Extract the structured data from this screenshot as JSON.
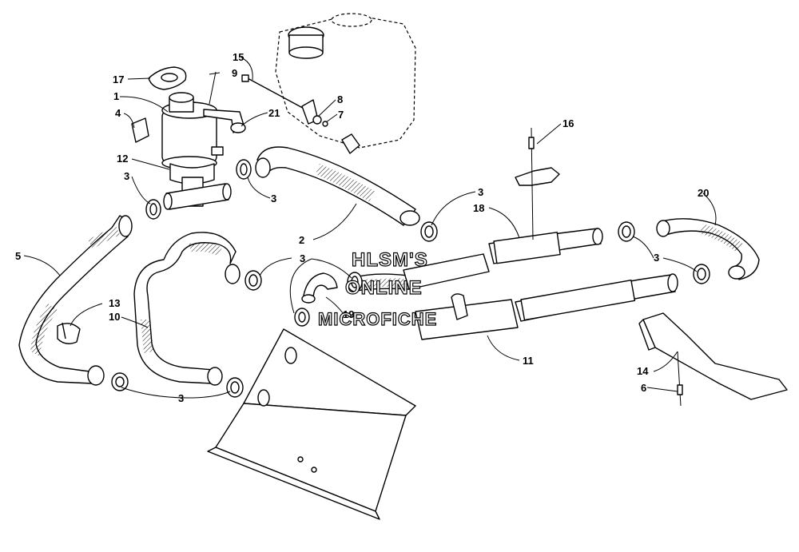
{
  "watermark": {
    "line1": "HLSM'S",
    "line2": "ONLINE",
    "line3": "MICROFICHE"
  },
  "callouts": [
    {
      "id": "c17",
      "label": "17"
    },
    {
      "id": "c15",
      "label": "15"
    },
    {
      "id": "c9",
      "label": "9"
    },
    {
      "id": "c1",
      "label": "1"
    },
    {
      "id": "c4",
      "label": "4"
    },
    {
      "id": "c8",
      "label": "8"
    },
    {
      "id": "c21",
      "label": "21"
    },
    {
      "id": "c7",
      "label": "7"
    },
    {
      "id": "c12",
      "label": "12"
    },
    {
      "id": "c3a",
      "label": "3"
    },
    {
      "id": "c3b",
      "label": "3"
    },
    {
      "id": "c16",
      "label": "16"
    },
    {
      "id": "c3c",
      "label": "3"
    },
    {
      "id": "c18",
      "label": "18"
    },
    {
      "id": "c20",
      "label": "20"
    },
    {
      "id": "c5",
      "label": "5"
    },
    {
      "id": "c2",
      "label": "2"
    },
    {
      "id": "c3d",
      "label": "3"
    },
    {
      "id": "c3e",
      "label": "3"
    },
    {
      "id": "c13",
      "label": "13"
    },
    {
      "id": "c10",
      "label": "10"
    },
    {
      "id": "c19",
      "label": "19"
    },
    {
      "id": "c11",
      "label": "11"
    },
    {
      "id": "c14",
      "label": "14"
    },
    {
      "id": "c6",
      "label": "6"
    },
    {
      "id": "c3f",
      "label": "3"
    }
  ]
}
